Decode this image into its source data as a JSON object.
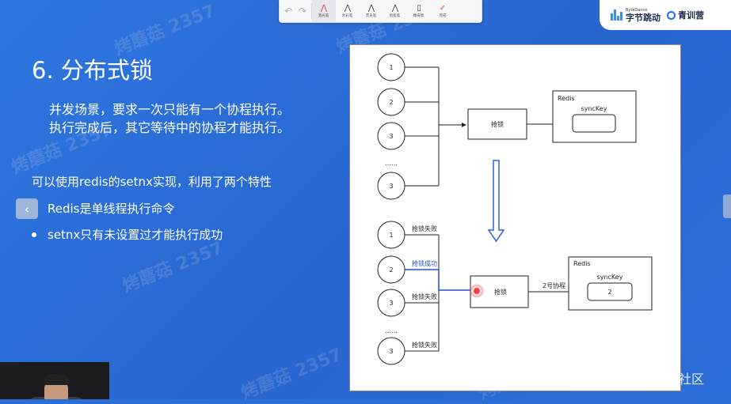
{
  "toolbar": {
    "tools": [
      {
        "icon": "laser-pointer-icon",
        "label": "激光笔",
        "active": true
      },
      {
        "icon": "watercolor-pen-icon",
        "label": "水彩笔",
        "active": false
      },
      {
        "icon": "highlighter-icon",
        "label": "荧光笔",
        "active": false
      },
      {
        "icon": "smart-pen-icon",
        "label": "智能笔",
        "active": false
      },
      {
        "icon": "eraser-icon",
        "label": "橡皮擦",
        "active": false
      },
      {
        "icon": "check-icon",
        "label": "完成",
        "active": false
      }
    ]
  },
  "brand": {
    "bytedance_en": "ByteDance",
    "bytedance_cn": "字节跳动",
    "qingxun": "青训营"
  },
  "slide": {
    "title": "6. 分布式锁",
    "intro_lines": [
      "并发场景，要求一次只能有一个协程执行。",
      "执行完成后，其它等待中的协程才能执行。"
    ],
    "use_lead": "可以使用redis的setnx实现，利用了两个特性",
    "bullets": [
      "Redis是单线程执行命令",
      "setnx只有未设置过才能执行成功"
    ]
  },
  "diagram": {
    "top": {
      "nodes": [
        "1",
        "2",
        "3",
        "……",
        "3"
      ],
      "lock_label": "抢锁",
      "redis_label": "Redis",
      "key_label": "syncKey"
    },
    "bottom": {
      "nodes": [
        "1",
        "2",
        "3",
        "……",
        "3"
      ],
      "edge_labels": [
        "抢锁失败",
        "抢锁成功",
        "抢锁失败",
        "抢锁失败"
      ],
      "lock_label": "抢锁",
      "arrow_label": "2号协程",
      "redis_label": "Redis",
      "key_label": "syncKey",
      "key_value": "2"
    },
    "colors": {
      "success_edge": "#1f4fd6",
      "arrow_outline": "#2a64d8"
    }
  },
  "watermark": {
    "text": "烤蘑菇 2357",
    "site": "@稀土掘金技术社区"
  }
}
